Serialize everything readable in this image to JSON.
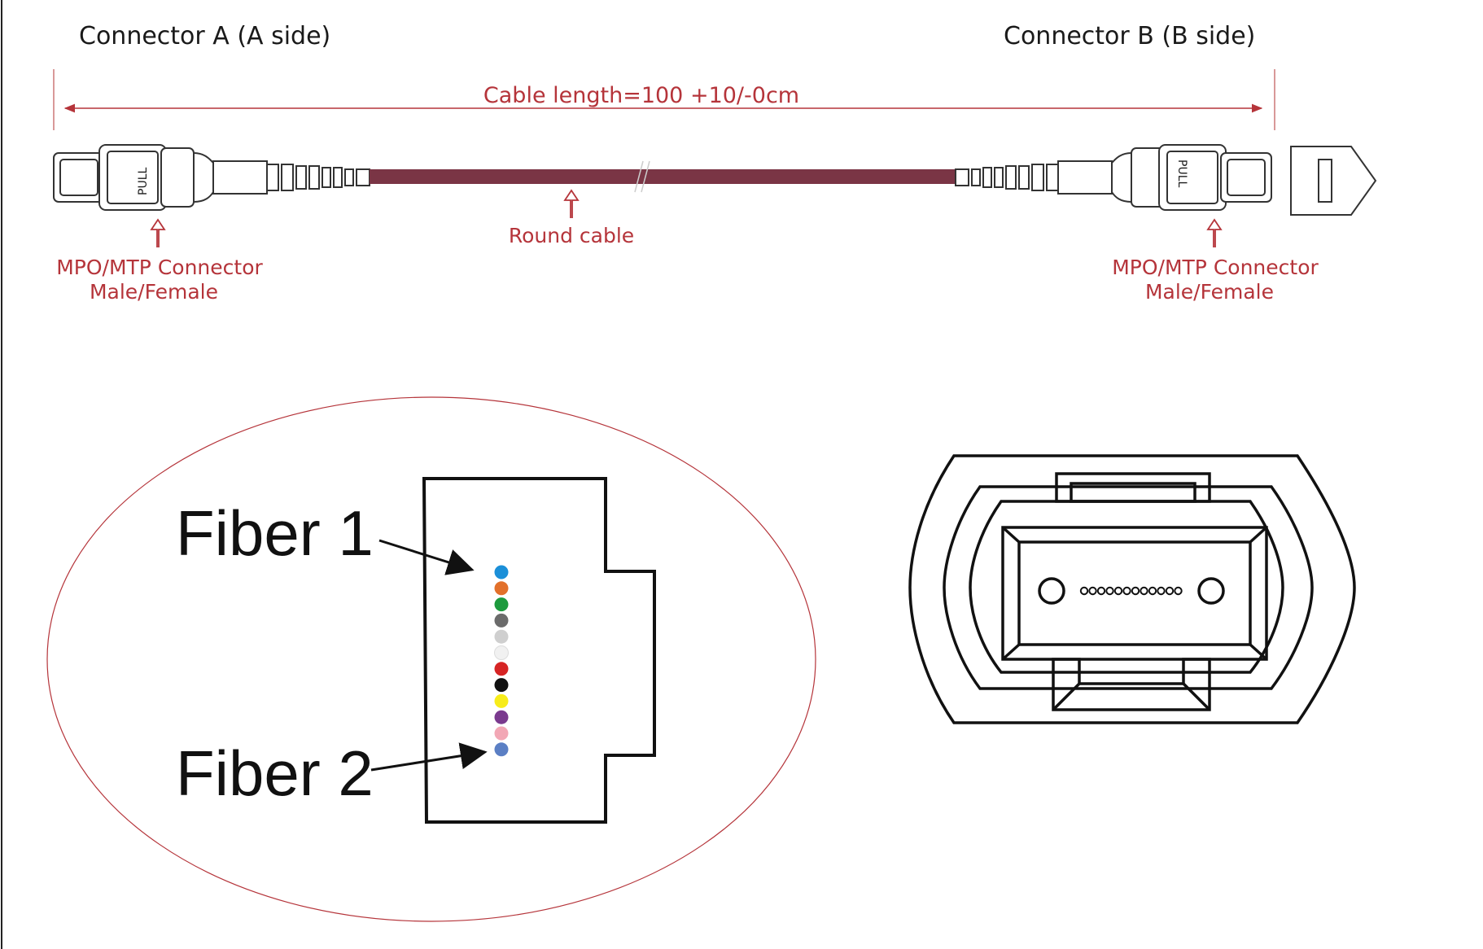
{
  "diagram": {
    "connector_a": {
      "title": "Connector A (A side)",
      "pull": "PULL",
      "caption_line1": "MPO/MTP Connector",
      "caption_line2": "Male/Female"
    },
    "connector_b": {
      "title": "Connector B (B side)",
      "pull": "PULL",
      "caption_line1": "MPO/MTP Connector",
      "caption_line2": "Male/Female"
    },
    "cable_length": "Cable length=100   +10/-0cm",
    "round_cable": "Round cable",
    "fiber_1": "Fiber 1",
    "fiber_2": "Fiber 2",
    "fiber_colors": [
      "#1b8fd8",
      "#e2702a",
      "#1d9a3d",
      "#6b6b6b",
      "#cfcfcf",
      "#f1f1f1",
      "#d62424",
      "#111111",
      "#f7ec1a",
      "#7a3a8e",
      "#f2a7b5",
      "#5b7fc4"
    ],
    "colors": {
      "cable": "#7a3545",
      "annotation": "#b5343a",
      "line": "#111111",
      "ellipse": "#b5343a"
    }
  }
}
